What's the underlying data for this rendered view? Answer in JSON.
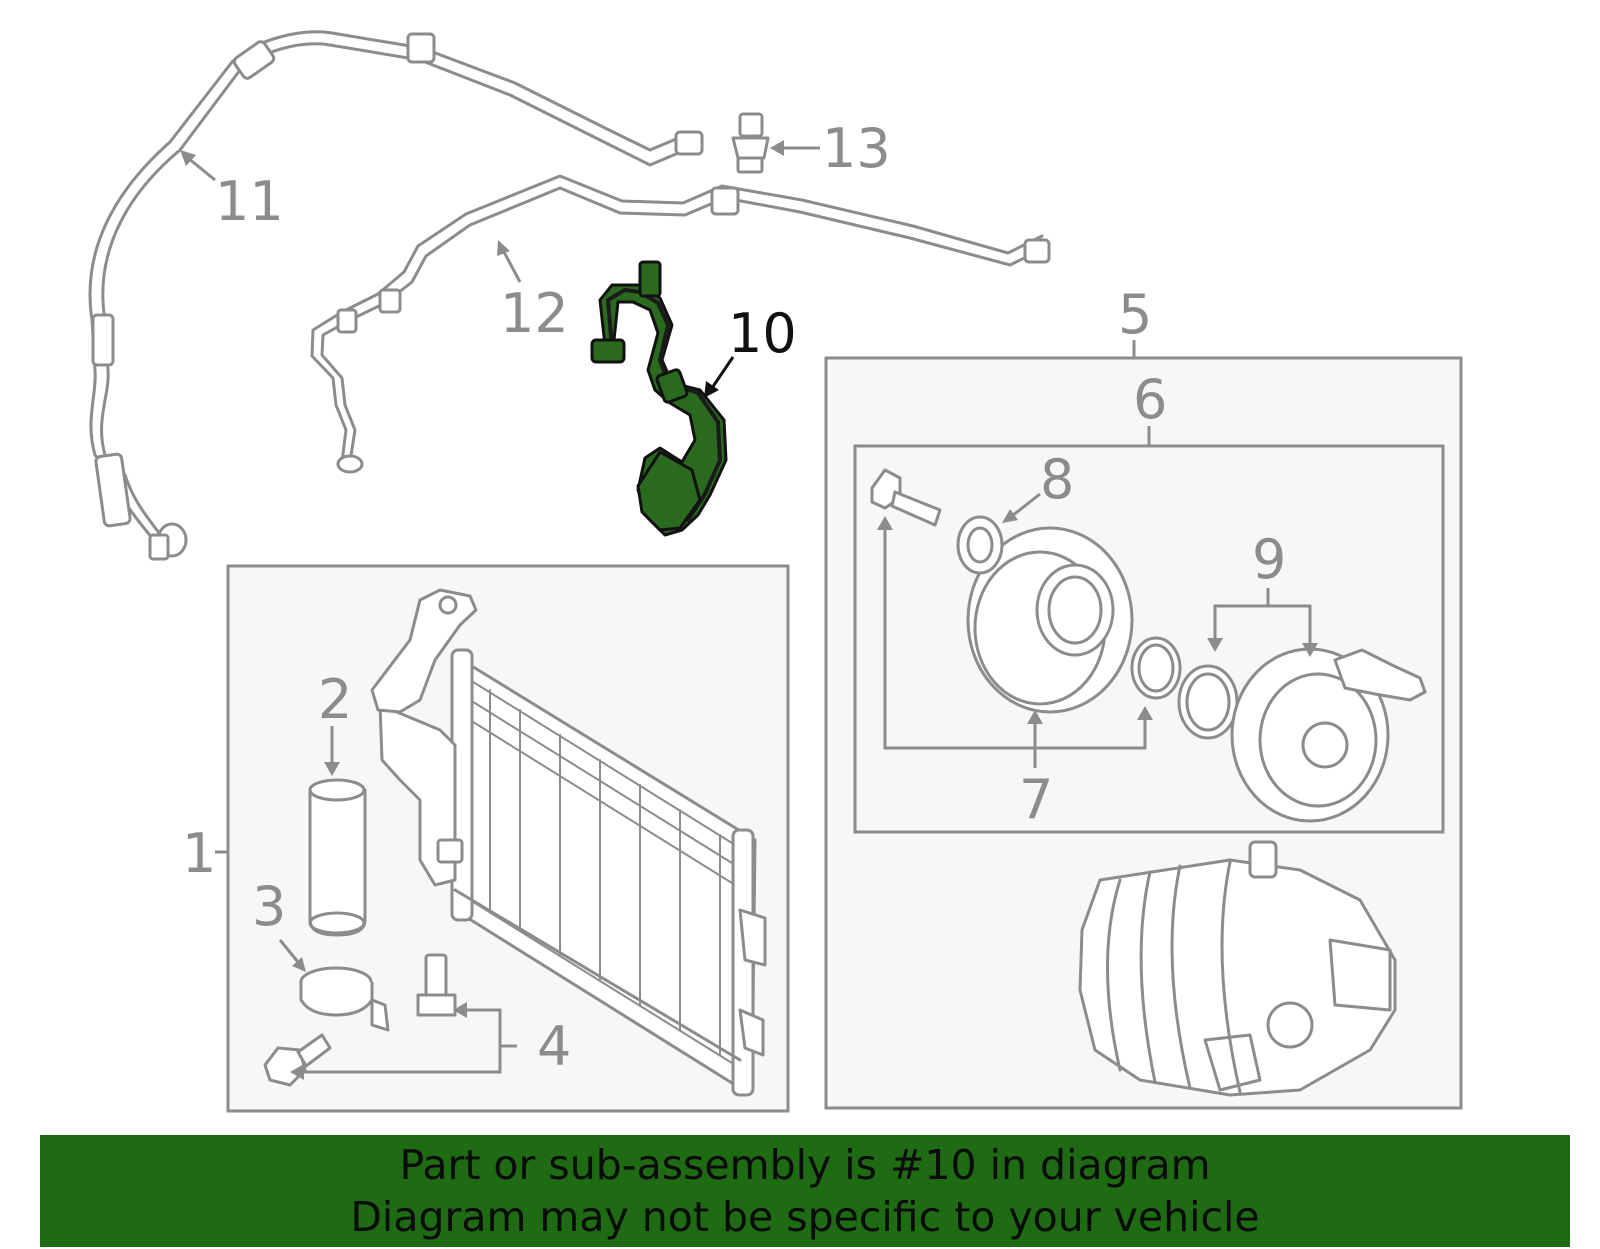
{
  "callouts": {
    "c1": "1",
    "c2": "2",
    "c3": "3",
    "c4": "4",
    "c5": "5",
    "c6": "6",
    "c7": "7",
    "c8": "8",
    "c9": "9",
    "c10": "10",
    "c11": "11",
    "c12": "12",
    "c13": "13"
  },
  "highlight_part": "10",
  "colors": {
    "highlight": "#2a6a1f",
    "banner": "#1e6b14",
    "line": "#8c8c8c"
  },
  "banner": {
    "line1": "Part or sub-assembly is #10 in diagram",
    "line2": "Diagram may not be specific to your vehicle"
  }
}
